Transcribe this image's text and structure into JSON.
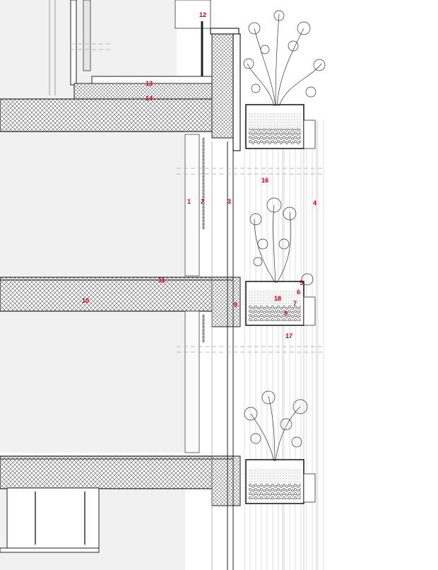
{
  "colors": {
    "label": "#d0021b",
    "line": "#1a1a1a",
    "interior_fill": "#f0f0f0",
    "slab_hatch": "#4a4a4a",
    "cladding": "#cfcfcf"
  },
  "labels": [
    {
      "id": "n12",
      "text": "12"
    },
    {
      "id": "n13",
      "text": "13"
    },
    {
      "id": "n14",
      "text": "14"
    },
    {
      "id": "n16",
      "text": "16"
    },
    {
      "id": "n1",
      "text": "1"
    },
    {
      "id": "n2",
      "text": "2"
    },
    {
      "id": "n3",
      "text": "3"
    },
    {
      "id": "n4",
      "text": "4"
    },
    {
      "id": "n11",
      "text": "11"
    },
    {
      "id": "n10",
      "text": "10"
    },
    {
      "id": "n18",
      "text": "18"
    },
    {
      "id": "n5",
      "text": "5"
    },
    {
      "id": "n6",
      "text": "6"
    },
    {
      "id": "n7",
      "text": "7"
    },
    {
      "id": "n8",
      "text": "8"
    },
    {
      "id": "n9",
      "text": "9"
    },
    {
      "id": "n17",
      "text": "17"
    }
  ]
}
